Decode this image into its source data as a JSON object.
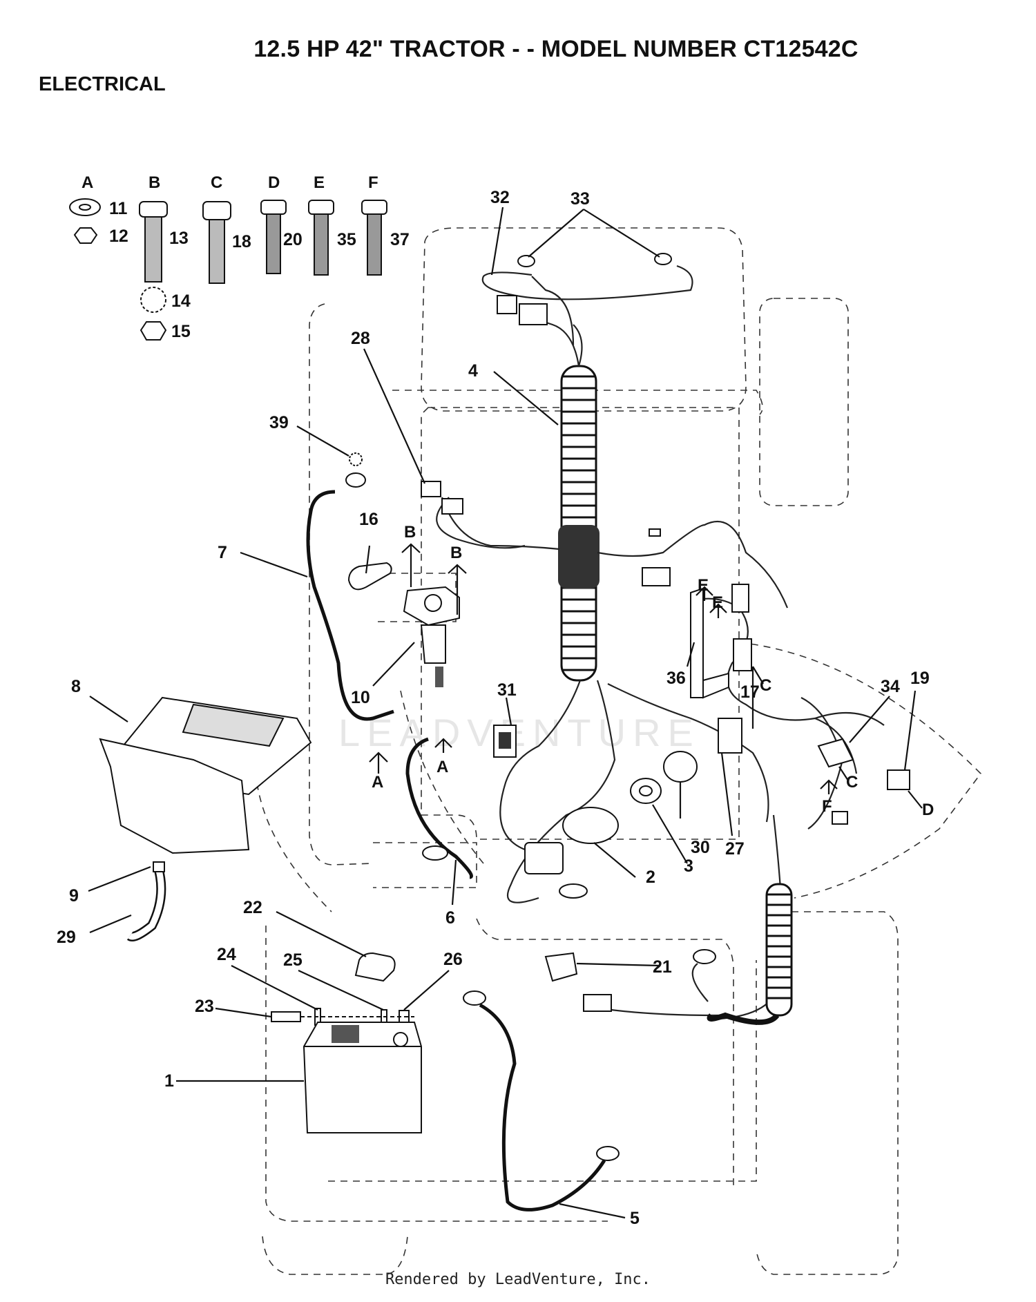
{
  "header": {
    "title": "12.5 HP 42\" TRACTOR - - MODEL NUMBER CT12542C",
    "section": "ELECTRICAL"
  },
  "watermark": "LEADVENTURE",
  "footer": "Rendered by LeadVenture, Inc.",
  "hardware": [
    {
      "letter": "A",
      "parts": [
        "11",
        "12"
      ]
    },
    {
      "letter": "B",
      "parts": [
        "13",
        "14",
        "15"
      ]
    },
    {
      "letter": "C",
      "parts": [
        "18"
      ]
    },
    {
      "letter": "D",
      "parts": [
        "20"
      ]
    },
    {
      "letter": "E",
      "parts": [
        "35"
      ]
    },
    {
      "letter": "F",
      "parts": [
        "37"
      ]
    }
  ],
  "callouts": [
    "1",
    "2",
    "3",
    "4",
    "5",
    "6",
    "7",
    "8",
    "9",
    "10",
    "11",
    "12",
    "13",
    "14",
    "15",
    "16",
    "17",
    "18",
    "19",
    "20",
    "21",
    "22",
    "23",
    "24",
    "25",
    "26",
    "27",
    "28",
    "29",
    "30",
    "31",
    "32",
    "33",
    "34",
    "35",
    "36",
    "37",
    "39"
  ],
  "markers": [
    "A",
    "A",
    "B",
    "B",
    "C",
    "C",
    "D",
    "E",
    "E",
    "F"
  ]
}
